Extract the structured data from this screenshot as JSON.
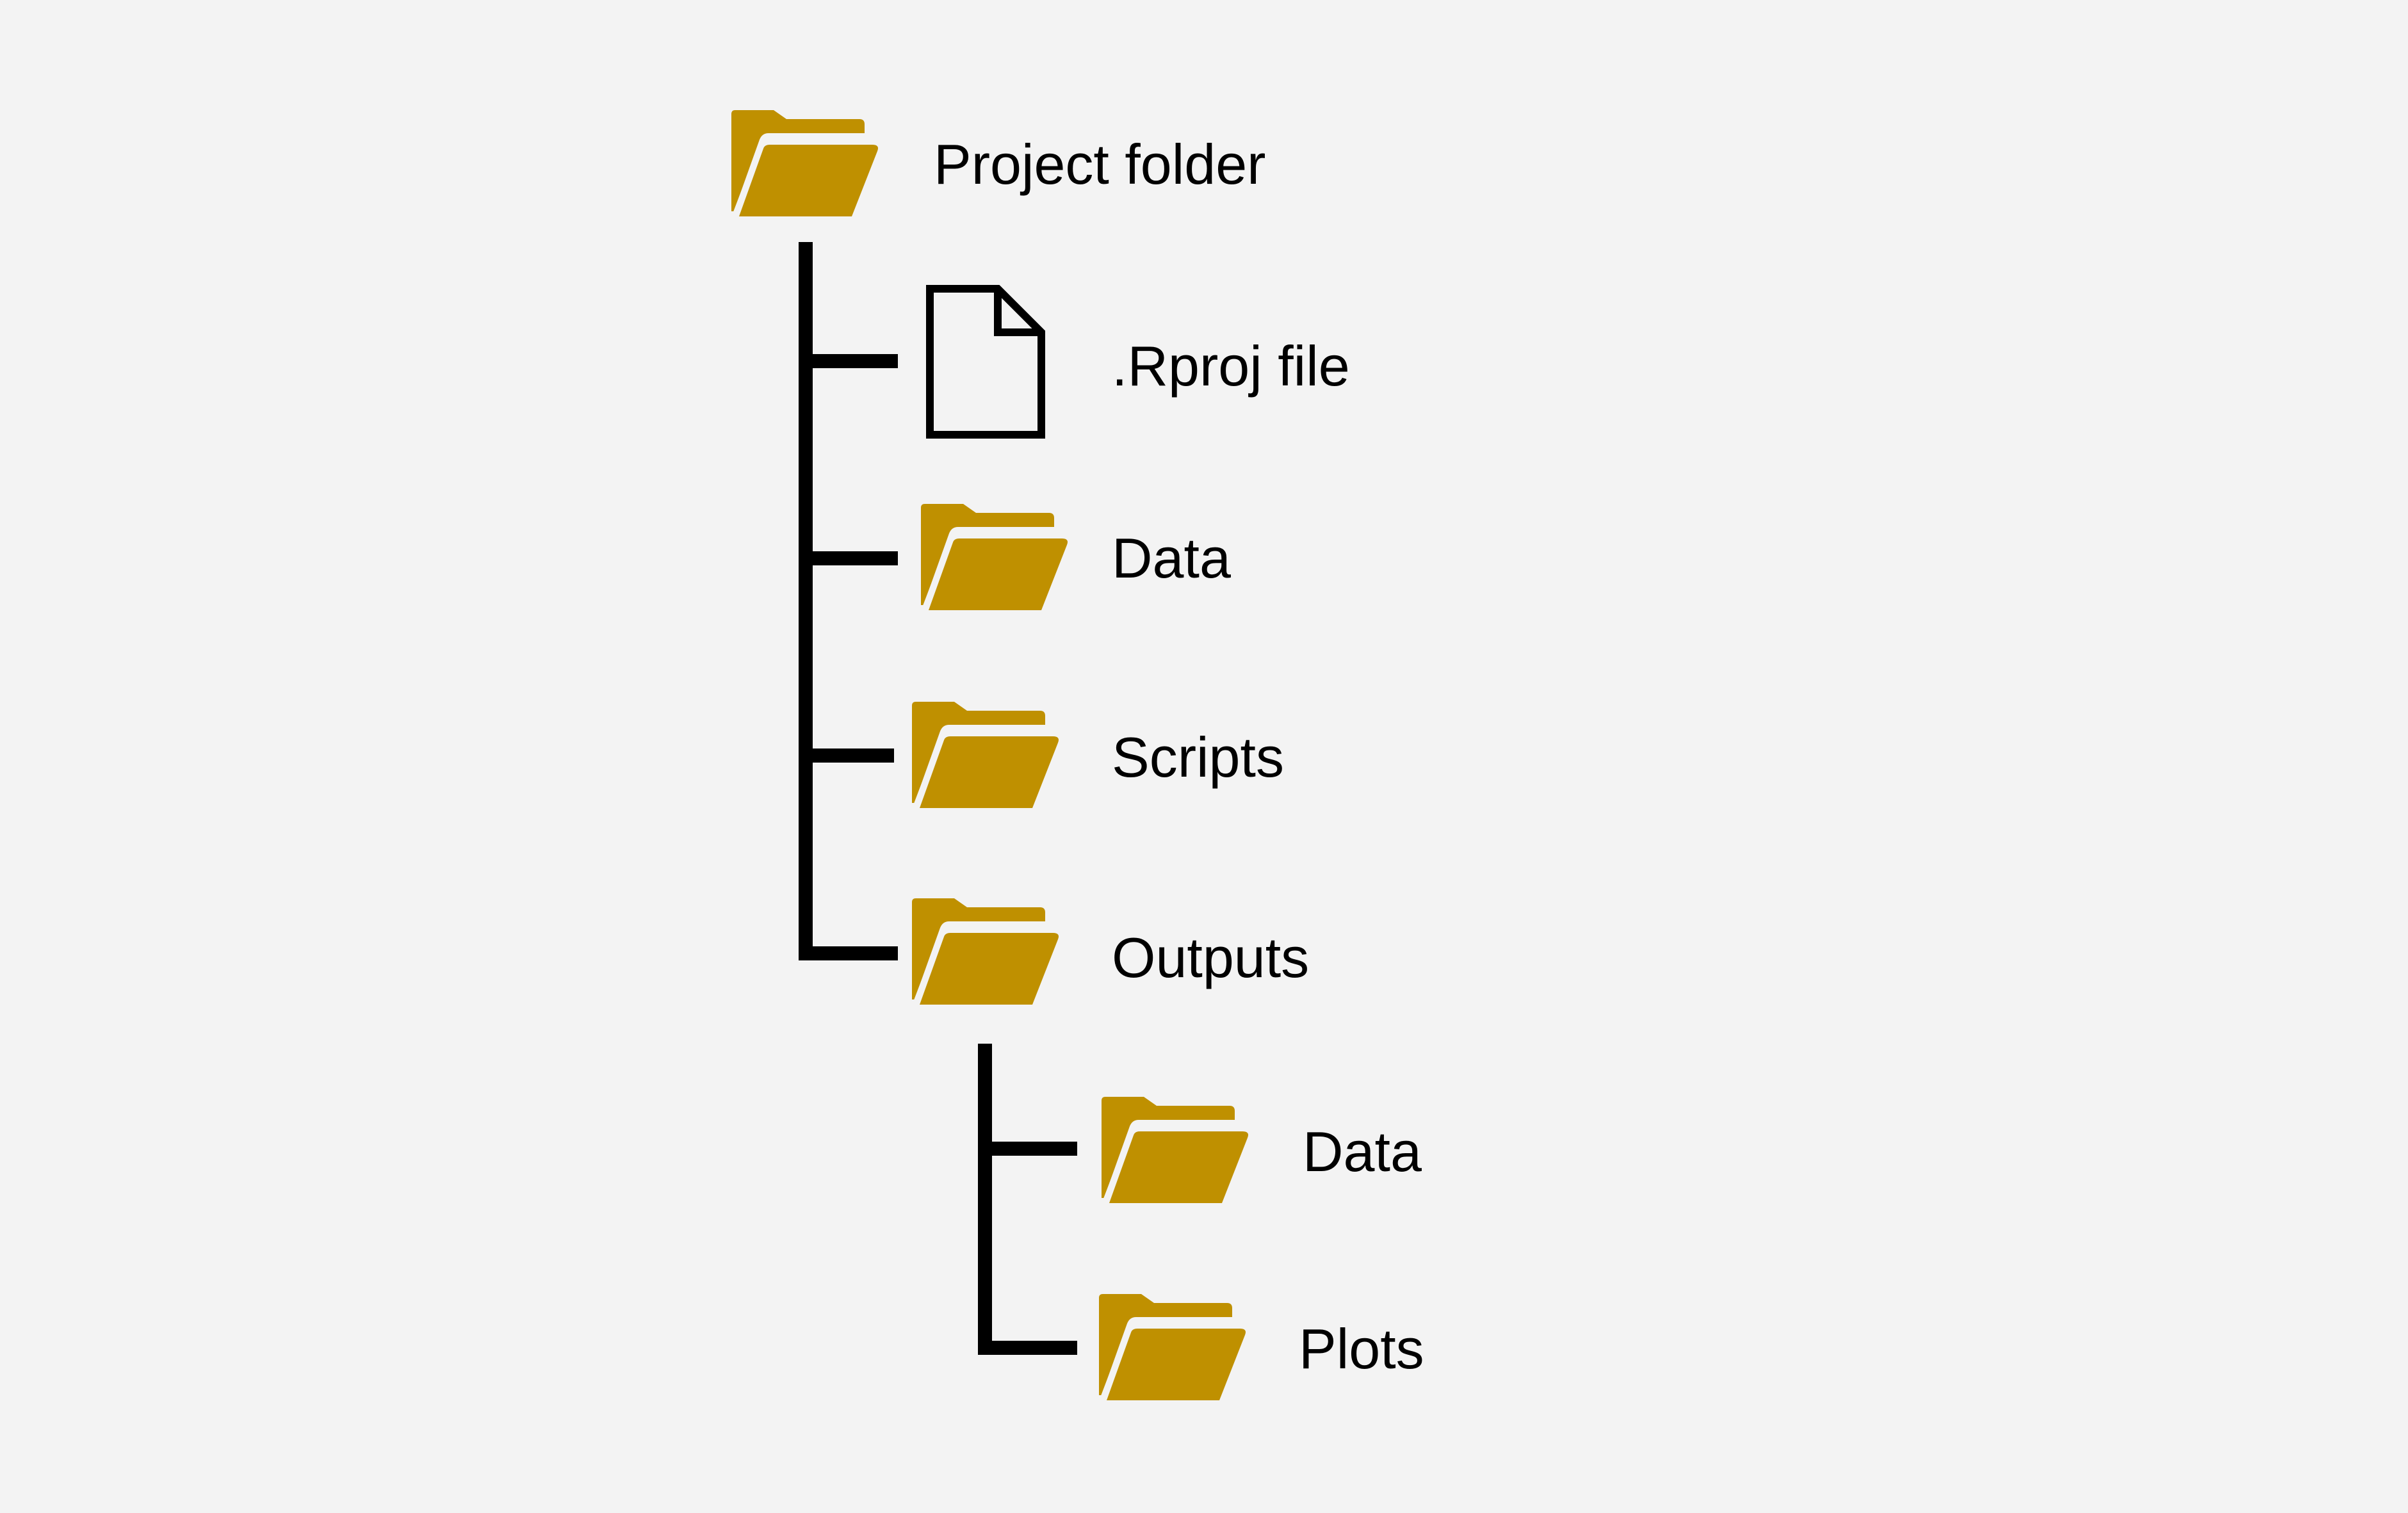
{
  "colors": {
    "background": "#f3f3f3",
    "folder": "#bf9000",
    "line": "#000000",
    "text": "#000000"
  },
  "tree": {
    "root": {
      "label": "Project folder",
      "icon": "folder-open-icon"
    },
    "children": [
      {
        "label": ".Rproj file",
        "icon": "file-icon"
      },
      {
        "label": "Data",
        "icon": "folder-open-icon"
      },
      {
        "label": "Scripts",
        "icon": "folder-open-icon"
      },
      {
        "label": "Outputs",
        "icon": "folder-open-icon",
        "children": [
          {
            "label": "Data",
            "icon": "folder-open-icon"
          },
          {
            "label": "Plots",
            "icon": "folder-open-icon"
          }
        ]
      }
    ]
  }
}
